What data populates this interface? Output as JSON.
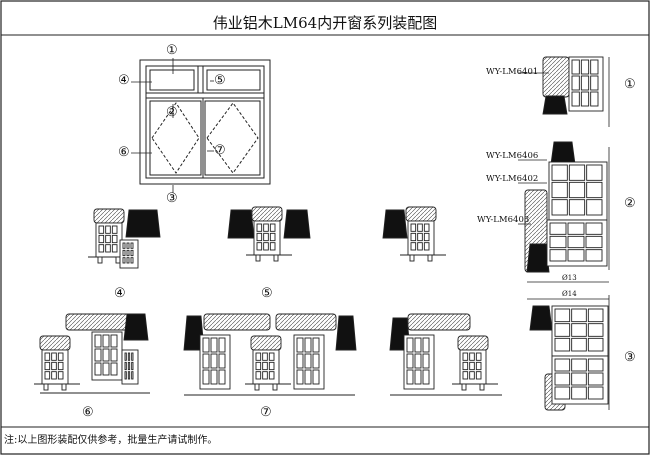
{
  "title": "伟业铝木LM64内开窗系列装配图",
  "note": "注:以上图形装配仅供参考，批量生产请试制作。",
  "markers": {
    "m1": "①",
    "m2": "②",
    "m3": "③",
    "m4": "④",
    "m5": "⑤",
    "m6": "⑥",
    "m7": "⑦"
  },
  "profiles": {
    "p1": "WY-LM6401",
    "p6": "WY-LM6406",
    "p2": "WY-LM6402",
    "p3": "WY-LM6403"
  },
  "dims": {
    "d1": "Ø13",
    "d2": "Ø14"
  }
}
